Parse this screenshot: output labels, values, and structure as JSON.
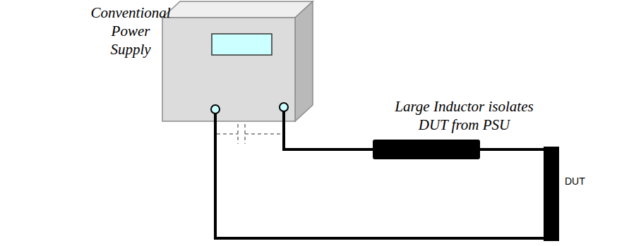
{
  "diagram": {
    "nodes": [
      {
        "text": [
          "Conventional Power Supply"
        ]
      },
      {
        "text": [
          "Large Inductor isolates DUT from PSU"
        ]
      },
      {
        "text": [
          "DUT"
        ]
      }
    ],
    "edges": [
      {
        "from": 0,
        "to": 1,
        "arrow": "none"
      },
      {
        "from": 1,
        "to": 2,
        "arrow": "none"
      },
      {
        "from": 2,
        "to": 0,
        "arrow": "none"
      }
    ]
  }
}
